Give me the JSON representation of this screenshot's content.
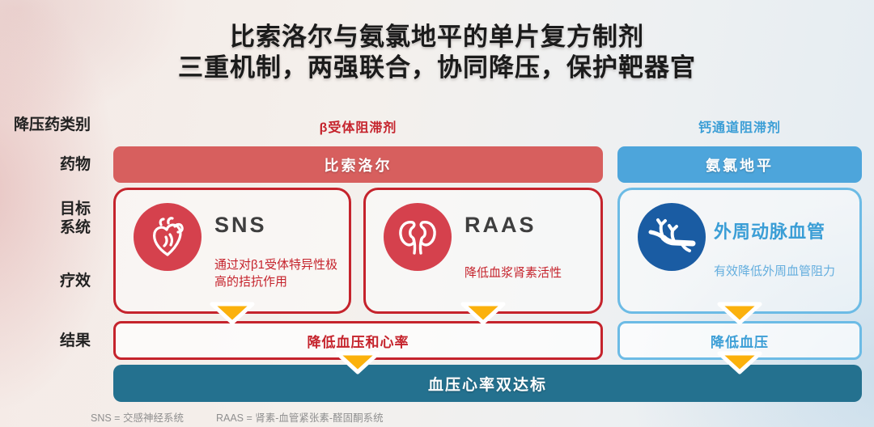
{
  "title": {
    "line1": "比索洛尔与氨氯地平的单片复方制剂",
    "line2": "三重机制，两强联合，协同降压，保护靶器官"
  },
  "row_labels": {
    "category": "降压药类别",
    "drug": "药物",
    "target_line1": "目标",
    "target_line2": "系统",
    "effect": "疗效",
    "result": "结果"
  },
  "beta": {
    "class_label": "β受体阻滞剂",
    "drug_name": "比索洛尔",
    "boxes": [
      {
        "icon": "heart-icon",
        "title": "SNS",
        "desc": "通过对β1受体特异性极高的拮抗作用"
      },
      {
        "icon": "kidneys-icon",
        "title": "RAAS",
        "desc": "降低血浆肾素活性"
      }
    ],
    "result": "降低血压和心率"
  },
  "ccb": {
    "class_label": "钙通道阻滞剂",
    "drug_name": "氨氯地平",
    "boxes": [
      {
        "icon": "artery-icon",
        "title": "外周动脉血管",
        "desc": "有效降低外周血管阻力"
      }
    ],
    "result": "降低血压"
  },
  "bottom_bar": {
    "label": "血压心率双达标"
  },
  "footnotes": {
    "sns": "SNS = 交感神经系统",
    "raas": "RAAS = 肾素-血管紧张素-醛固酮系统"
  },
  "colors": {
    "accent_red": "#c5232c",
    "bar_red": "#d75f5e",
    "circle_red": "#d5414d",
    "accent_blue": "#3b9ed6",
    "bar_blue": "#4da5db",
    "border_blue": "#6cbbe5",
    "circle_blue": "#1a5ca3",
    "teal": "#24718f",
    "arrow_yellow": "#fbb10c"
  }
}
